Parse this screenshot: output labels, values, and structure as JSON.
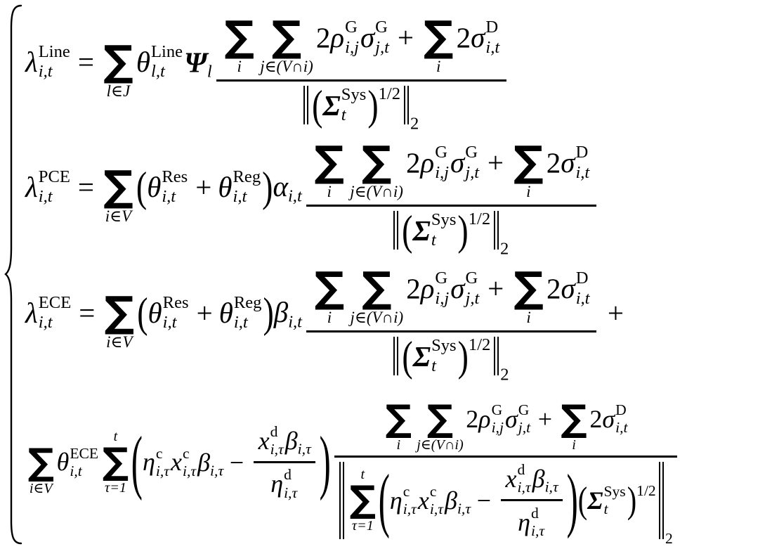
{
  "colors": {
    "ink": "#000000",
    "paper": "#ffffff"
  },
  "icons": {
    "system_brace": "left-curly-brace",
    "norm_bars": "double-vertical-bar"
  },
  "formula": {
    "sum_op": "∑",
    "shared": {
      "numerator": {
        "sum_i_lower": "i",
        "sum_j_lower": "j∈(V∩i)",
        "coef_a": "2",
        "rho": {
          "base": "ρ",
          "sup": "G",
          "sub": "i,j"
        },
        "sigma_g": {
          "base": "σ",
          "sup": "G",
          "sub": "j,t"
        },
        "plus": "+",
        "sum_i2_lower": "i",
        "coef_b": "2",
        "sigma_d": {
          "base": "σ",
          "sup": "D",
          "sub": "i,t"
        }
      },
      "sys": {
        "open": "(",
        "sigma": {
          "base": "Σ",
          "sup": "Sys",
          "sub": "t"
        },
        "close": ")",
        "power": "1/2",
        "norm_sub": "2"
      },
      "storage": {
        "open": "(",
        "eta_c": {
          "base": "η",
          "sup": "c",
          "sub": "i,τ"
        },
        "x_c": {
          "base": "x",
          "sup": "c",
          "sub": "i,τ"
        },
        "beta": {
          "base": "β",
          "sub": "i,τ"
        },
        "minus": "−",
        "x_d": {
          "base": "x",
          "sup": "d",
          "sub": "i,τ"
        },
        "beta2": {
          "base": "β",
          "sub": "i,τ"
        },
        "eta_d": {
          "base": "η",
          "sup": "d",
          "sub": "i,τ"
        },
        "close": ")"
      }
    },
    "line1": {
      "lambda": {
        "base": "λ",
        "sup": "Line",
        "sub": "i,t"
      },
      "equals": "=",
      "sum_lower": "l∈J",
      "theta": {
        "base": "θ",
        "sup": "Line",
        "sub": "l,t"
      },
      "psi": {
        "base": "Ψ",
        "sub": "l"
      }
    },
    "line2": {
      "lambda": {
        "base": "λ",
        "sup": "PCE",
        "sub": "i,t"
      },
      "equals": "=",
      "sum_lower": "i∈V",
      "open": "(",
      "theta_res": {
        "base": "θ",
        "sup": "Res",
        "sub": "i,t"
      },
      "plus": "+",
      "theta_reg": {
        "base": "θ",
        "sup": "Reg",
        "sub": "i,t"
      },
      "close": ")",
      "alpha": {
        "base": "α",
        "sub": "i,t"
      }
    },
    "line3": {
      "lambda": {
        "base": "λ",
        "sup": "ECE",
        "sub": "i,t"
      },
      "equals": "=",
      "sum_lower": "i∈V",
      "open": "(",
      "theta_res": {
        "base": "θ",
        "sup": "Res",
        "sub": "i,t"
      },
      "plus": "+",
      "theta_reg": {
        "base": "θ",
        "sup": "Reg",
        "sub": "i,t"
      },
      "close": ")",
      "beta": {
        "base": "β",
        "sub": "i,t"
      },
      "trailing_plus": "+"
    },
    "line4": {
      "sum1_lower": "i∈V",
      "theta": {
        "base": "θ",
        "sup": "ECE",
        "sub": "i,t"
      },
      "sum2_upper": "t",
      "sum2_lower": "τ=1",
      "den_sum_upper": "t",
      "den_sum_lower": "τ=1"
    }
  }
}
